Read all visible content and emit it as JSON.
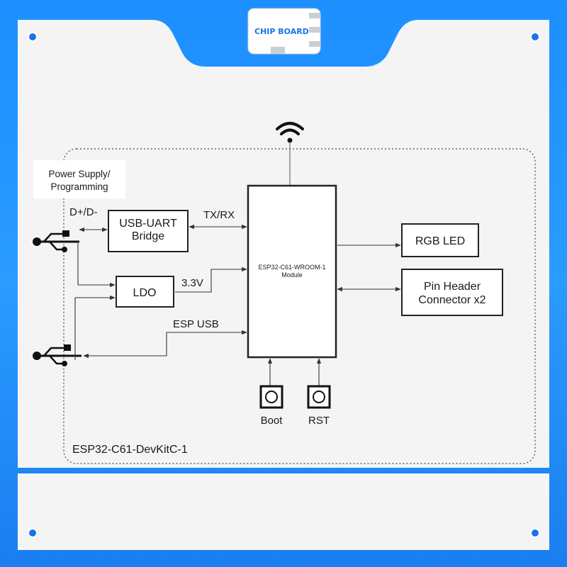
{
  "header": {
    "logo_text": "CHIP BOARD"
  },
  "diagram": {
    "board_label": "ESP32-C61-DevKitC-1",
    "power_supply_label_line1": "Power Supply/",
    "power_supply_label_line2": "Programming",
    "usb_data_label": "D+/D-",
    "usb_uart_line1": "USB-UART",
    "usb_uart_line2": "Bridge",
    "ldo_label": "LDO",
    "txrx_label": "TX/RX",
    "v33_label": "3.3V",
    "esp_usb_label": "ESP USB",
    "module_line1": "ESP32-C61-WROOM-1",
    "module_line2": "Module",
    "rgb_led_label": "RGB LED",
    "pin_header_line1": "Pin Header",
    "pin_header_line2": "Connector  x2",
    "boot_label": "Boot",
    "rst_label": "RST"
  },
  "colors": {
    "background_blue": "#2a9bff",
    "panel": "#f4f4f4",
    "dot": "#1a73e8"
  }
}
